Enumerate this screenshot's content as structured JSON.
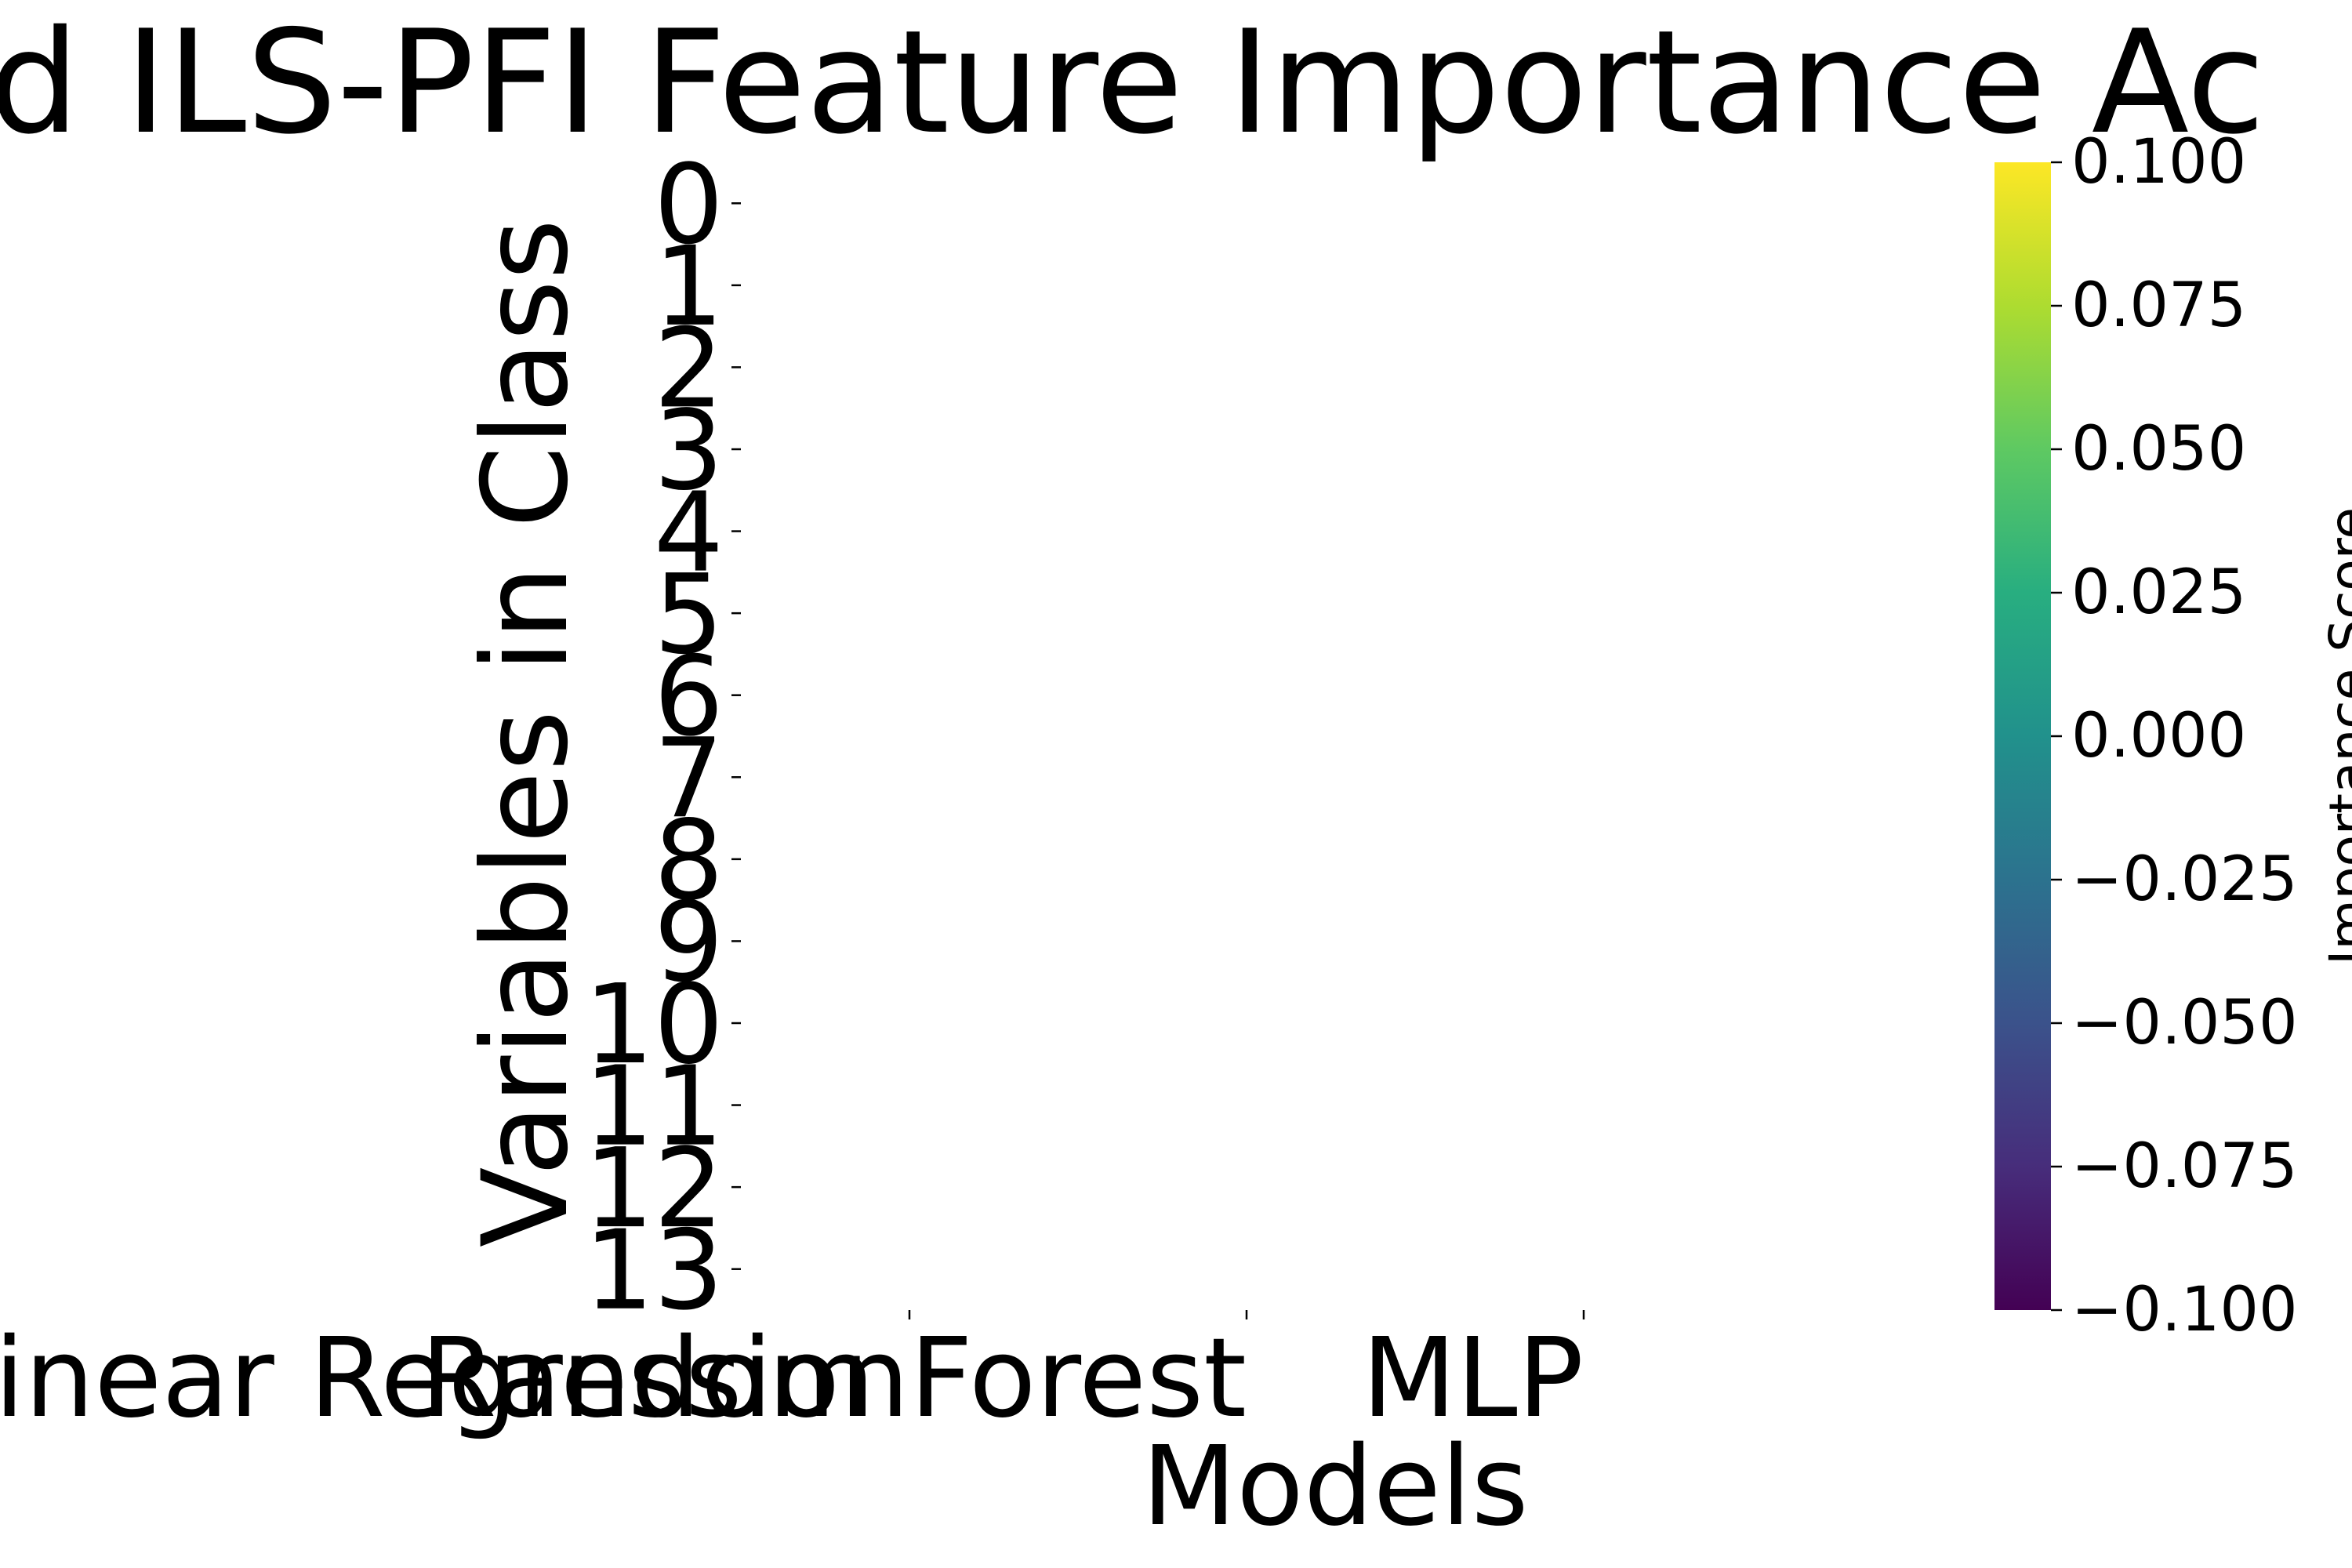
{
  "chart_data": {
    "type": "heatmap",
    "title": "ated ILS-PFI Feature Importance Ac",
    "xlabel": "Models",
    "ylabel": "Variables in Class",
    "categories": [
      "Linear Regression",
      "Random Forest",
      "MLP"
    ],
    "rows": [
      "0",
      "1",
      "2",
      "3",
      "4",
      "5",
      "6",
      "7",
      "8",
      "9",
      "10",
      "11",
      "12",
      "13"
    ],
    "values": [],
    "colorbar": {
      "label": "Importance Score",
      "cmap": "viridis",
      "range": [
        -0.1,
        0.1
      ],
      "ticks": [
        "0.100",
        "0.075",
        "0.050",
        "0.025",
        "0.000",
        "−0.025",
        "−0.050",
        "−0.075",
        "−0.100"
      ],
      "tick_values": [
        0.1,
        0.075,
        0.05,
        0.025,
        0.0,
        -0.025,
        -0.05,
        -0.075,
        -0.1
      ],
      "colors": [
        "#440154",
        "#472d7b",
        "#3b528b",
        "#2c728e",
        "#21918c",
        "#28ae80",
        "#5ec962",
        "#addc30",
        "#fde725"
      ]
    },
    "grid": false
  }
}
